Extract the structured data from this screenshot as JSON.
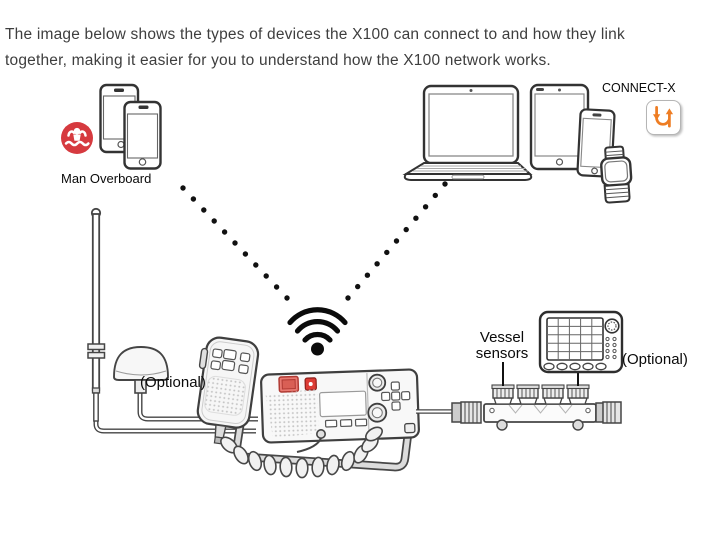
{
  "header": {
    "text": "The image below shows the types of devices the X100 can connect to and how they link together, making it easier for you to understand how the X100 network works."
  },
  "diagram": {
    "labels": {
      "man_overboard": "Man Overboard",
      "connect_x": "CONNECT-X",
      "optional_gps": "(Optional)",
      "vessel_sensors": "Vessel sensors",
      "optional_display": "(Optional)"
    },
    "icons": {
      "man_overboard_icon": "person-in-water-alert",
      "connect_x_icon": "orange-up-down-transfer-arrows",
      "wifi_icon": "wifi-signal",
      "smartphones_icon": "two-smartphones",
      "laptop_icon": "laptop",
      "tablet_icon": "tablet",
      "smartphone_icon": "smartphone",
      "smartwatch_icon": "smartwatch",
      "vhf_antenna_icon": "vhf-antenna",
      "gps_antenna_icon": "gps-antenna",
      "radio_icon": "x100-vhf-radio-with-handset",
      "nmea_backbone_icon": "vessel-sensor-backbone-connectors",
      "chartplotter_icon": "chartplotter-display"
    },
    "colors": {
      "alert_red": "#d63a3f",
      "brand_orange": "#ee7d23",
      "text_dark": "#3e3e3e",
      "line_black": "#111111"
    }
  }
}
